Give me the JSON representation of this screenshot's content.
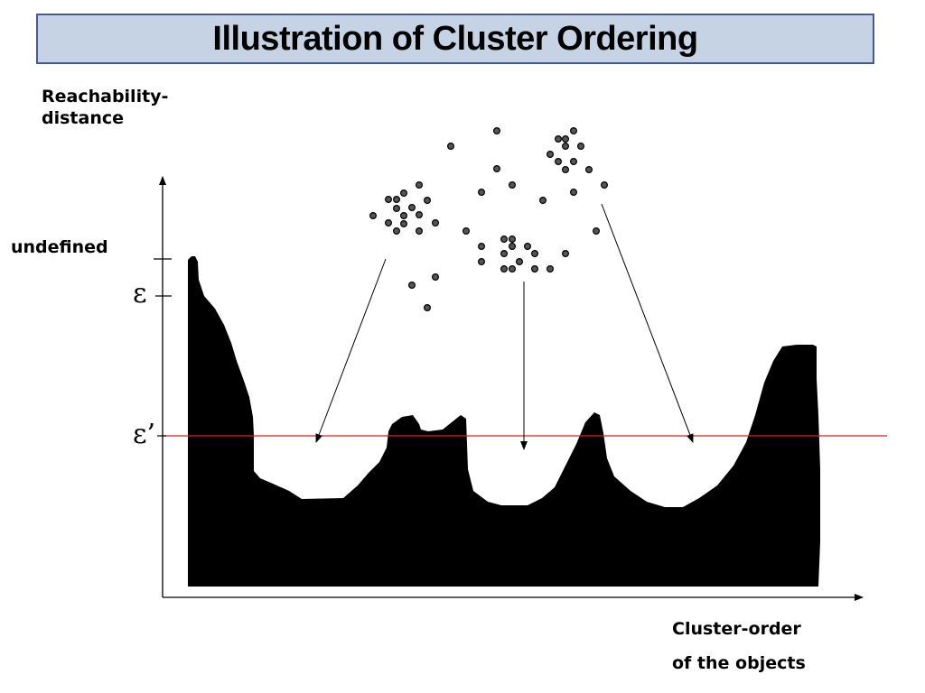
{
  "title": "Illustration of Cluster Ordering",
  "y_axis_label_lines": [
    "Reachability-",
    "distance"
  ],
  "undefined_label": "undefined",
  "epsilon_label": "ε",
  "epsilon_prime_label": "ε’",
  "x_axis_label_lines": [
    "Cluster-order",
    "of the objects"
  ],
  "colors": {
    "title_bg": "#c5d3e4",
    "title_border": "#4a5a8c",
    "plot_fill": "#000000",
    "threshold_line": "#e31a1c",
    "point_fill": "#555555"
  }
}
